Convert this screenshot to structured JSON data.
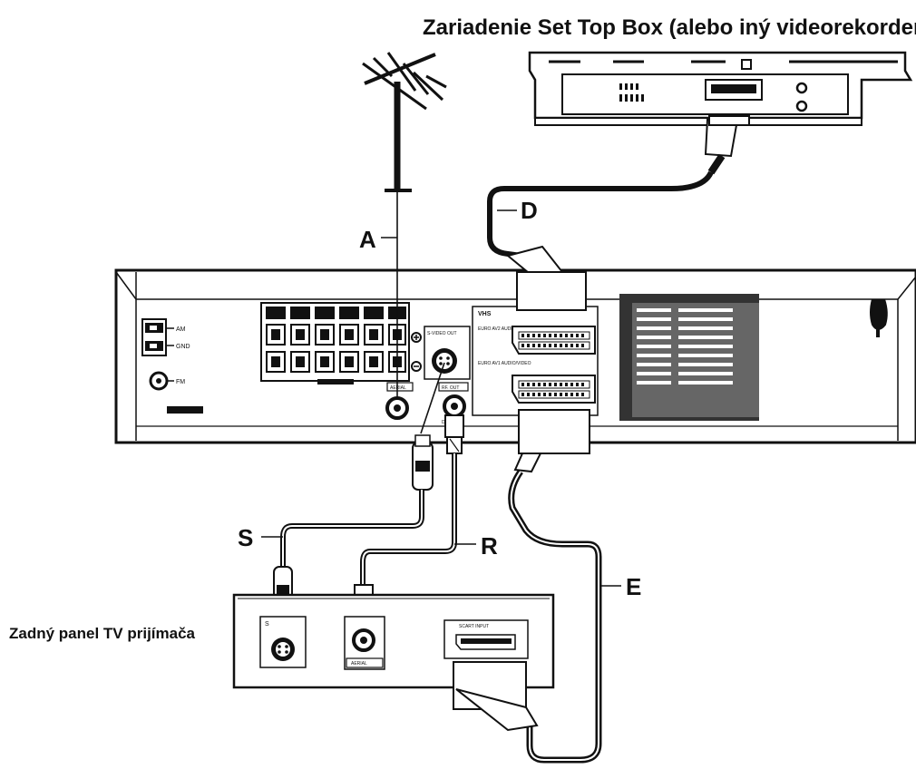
{
  "titles": {
    "set_top_box": "Zariadenie Set Top Box (alebo iný videorekorder)",
    "tv_back_panel": "Zadný panel TV prijímača"
  },
  "cable_labels": {
    "a": "A",
    "d": "D",
    "s": "S",
    "r": "R",
    "e": "E"
  },
  "receiver_labels": {
    "am": "AM",
    "gnd": "GND",
    "fm": "FM",
    "aerial": "AERIAL",
    "s_video_out": "S-VIDEO OUT",
    "rf_out": "RF. OUT",
    "rf_sub": "DEMOD",
    "vhs": "VHS",
    "euro_av2": "EURO AV2 AUDIO/VIDEO",
    "euro_av1": "EURO AV1 AUDIO/VIDEO"
  },
  "tv_labels": {
    "scart_input": "SCART INPUT",
    "aerial": "AERIAL",
    "s_jack": "S"
  }
}
